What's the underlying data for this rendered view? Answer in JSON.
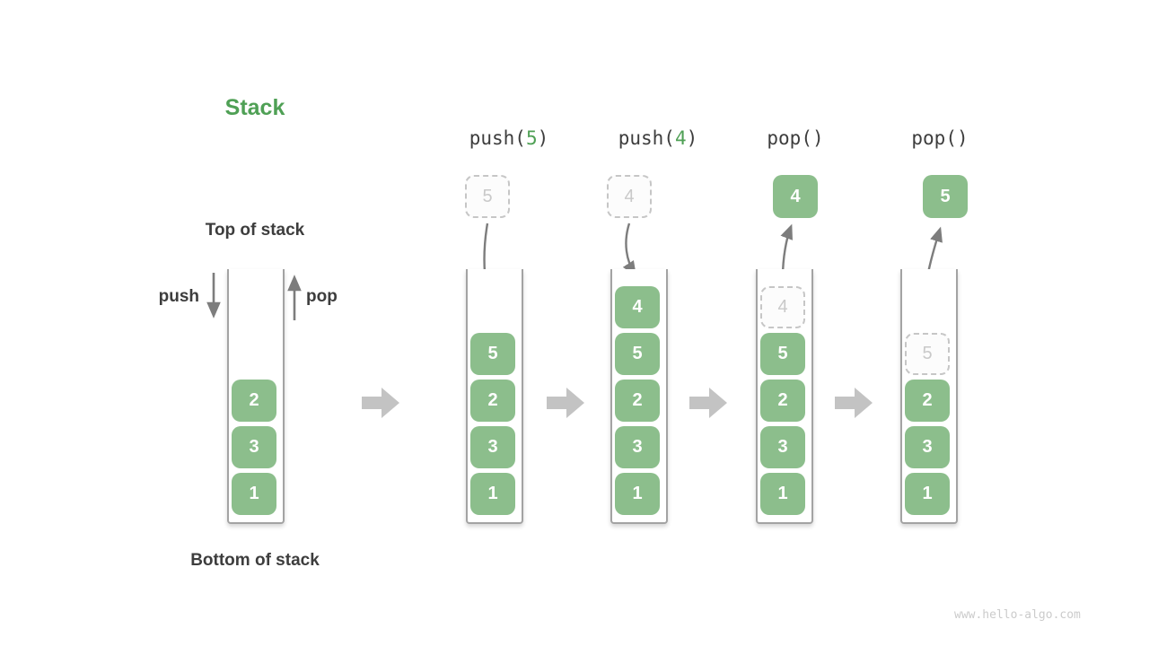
{
  "title": "Stack",
  "labels": {
    "top_of_stack": "Top of stack",
    "bottom_of_stack": "Bottom of stack",
    "push": "push",
    "pop": "pop"
  },
  "operations": [
    {
      "pre": "push(",
      "arg": "5",
      "post": ")",
      "floating_value": "5",
      "floating_style": "ghost"
    },
    {
      "pre": "push(",
      "arg": "4",
      "post": ")",
      "floating_value": "4",
      "floating_style": "ghost"
    },
    {
      "pre": "pop()",
      "arg": "",
      "post": "",
      "floating_value": "4",
      "floating_style": "solid"
    },
    {
      "pre": "pop()",
      "arg": "",
      "post": "",
      "floating_value": "5",
      "floating_style": "solid"
    }
  ],
  "stacks": [
    {
      "blocks": [
        "2",
        "3",
        "1"
      ]
    },
    {
      "blocks": [
        "5",
        "2",
        "3",
        "1"
      ]
    },
    {
      "blocks": [
        "4",
        "5",
        "2",
        "3",
        "1"
      ]
    },
    {
      "ghost": "4",
      "blocks": [
        "5",
        "2",
        "3",
        "1"
      ]
    },
    {
      "ghost": "5",
      "blocks": [
        "2",
        "3",
        "1"
      ]
    }
  ],
  "icons": {
    "flow_arrow": "right-block-arrow",
    "push_arrow": "down-arrow",
    "pop_arrow": "up-arrow",
    "push_motion_arrow": "curved-down-arrow",
    "pop_motion_arrow": "curved-up-arrow"
  },
  "colors": {
    "block_green": "#8CBE8C",
    "accent_green": "#4FA055",
    "text_dark": "#3D3D3D",
    "thin_arrow_gray": "#7D7D7D",
    "flow_arrow_gray": "#C3C3C3",
    "ghost_border": "#C6C6C6",
    "ghost_text": "#C9C9C9",
    "container_border": "#A3A3A3"
  },
  "watermark": "www.hello-algo.com"
}
